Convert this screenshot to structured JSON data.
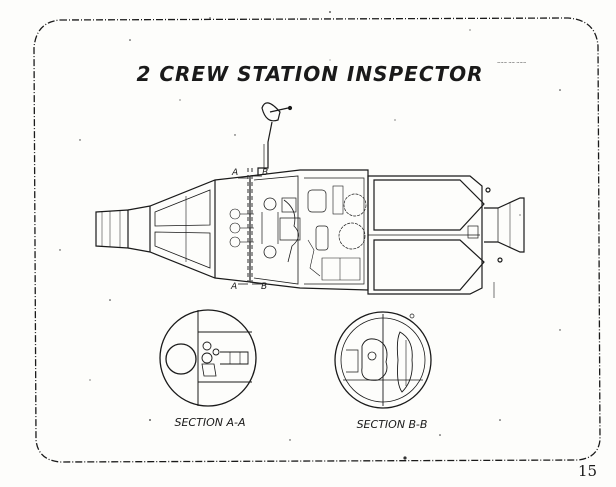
{
  "title": "2 CREW STATION INSPECTOR",
  "section_marks": {
    "top_left": "A",
    "top_right": "B",
    "bottom_left": "A",
    "bottom_right": "B"
  },
  "sections": [
    {
      "label": "SECTION A-A"
    },
    {
      "label": "SECTION B-B"
    }
  ],
  "page_number": "15",
  "corner_note": "~~~ ~~ ~~~"
}
